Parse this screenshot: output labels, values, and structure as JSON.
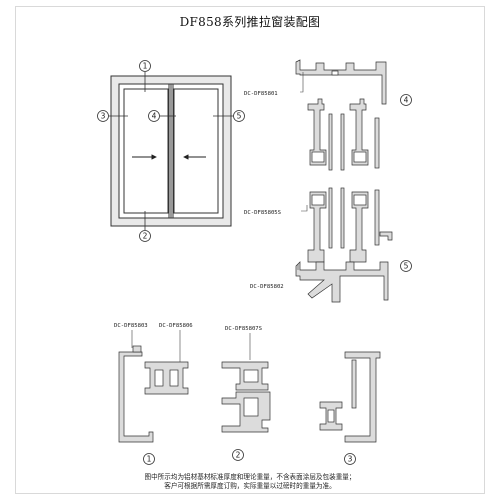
{
  "title": "DF858系列推拉窗装配图",
  "window_callouts": [
    "1",
    "2",
    "3",
    "4",
    "5"
  ],
  "section_callouts": [
    "4",
    "5",
    "1",
    "2",
    "3"
  ],
  "profile_labels": {
    "p01": "DC-DF85801",
    "p05": "DC-DF85805S",
    "p02": "DC-DF85802",
    "p03": "DC-DF85803",
    "p06": "DC-DF85806",
    "p07": "DC-DF85807S"
  },
  "notes": [
    "图中所示均为铝材基材标准厚度和理论重量，不含表面涂层及包装重量；",
    "客户可根据所需厚度订购，实际重量以过磅时的重量为准。"
  ],
  "colors": {
    "profile_fill": "#dcdcdc",
    "line": "#333333",
    "frame_fill": "#e9e9e9"
  }
}
